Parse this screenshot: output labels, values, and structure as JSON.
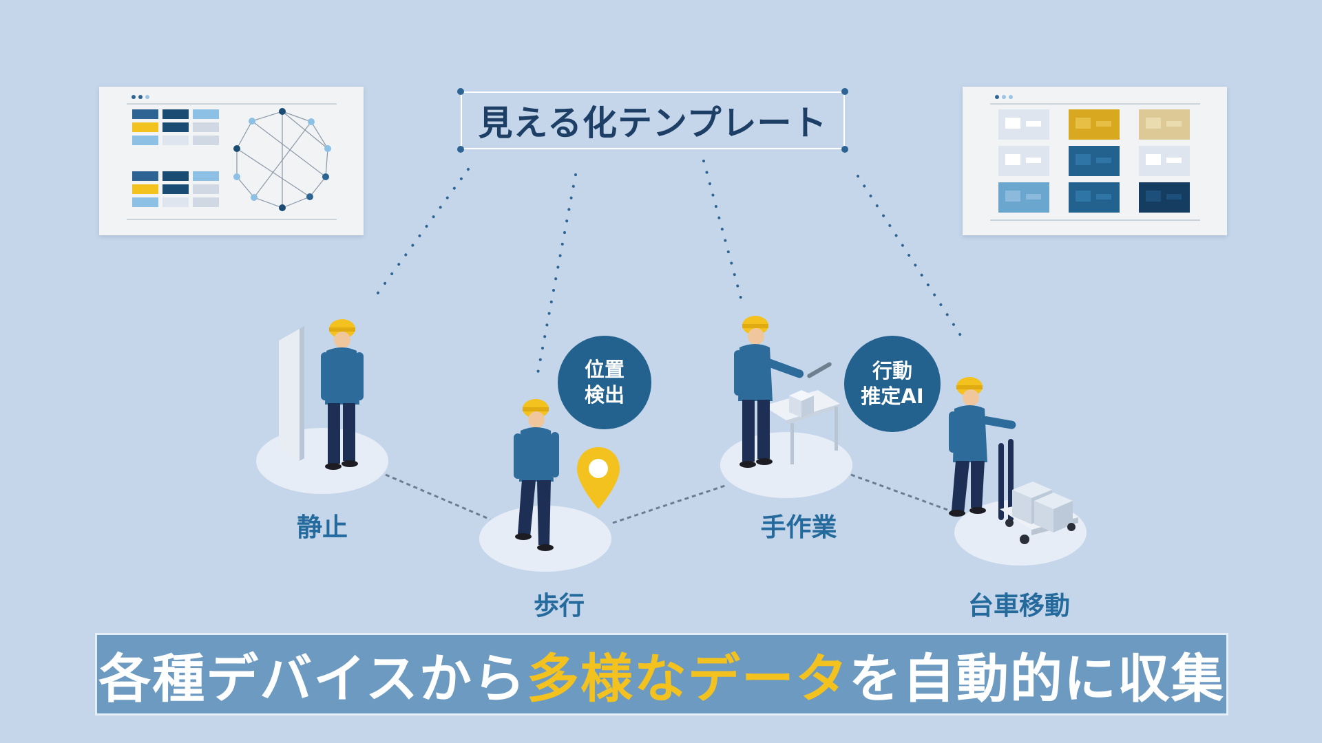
{
  "title": "見える化テンプレート",
  "states": {
    "static": "静止",
    "walking": "歩行",
    "manual": "手作業",
    "cart": "台車移動"
  },
  "bubbles": {
    "position_line1": "位置",
    "position_line2": "検出",
    "behavior_line1": "行動",
    "behavior_line2": "推定AI"
  },
  "banner": {
    "part1": "各種デバイスから",
    "part2": "多様なデータ",
    "part3": "を自動的に収集"
  },
  "colors": {
    "background": "#c5d6ea",
    "accent_yellow": "#f4c21f",
    "dark_blue": "#1d3f66",
    "mid_blue": "#256a9c",
    "banner_blue": "#6c9ac0"
  }
}
